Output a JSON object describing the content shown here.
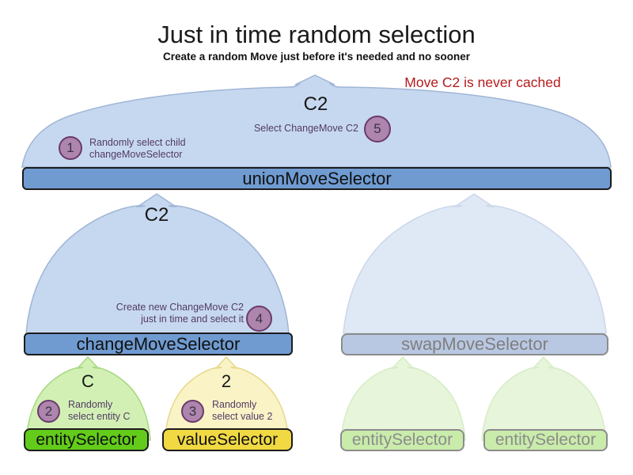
{
  "title": "Just in time random selection",
  "subtitle": "Create a random Move just before it's needed and no sooner",
  "warning": "Move C2 is never cached",
  "selectors": {
    "union": "unionMoveSelector",
    "change": "changeMoveSelector",
    "swap": "swapMoveSelector",
    "entity": "entitySelector",
    "value": "valueSelector",
    "entity_faded_left": "entitySelector",
    "entity_faded_right": "entitySelector"
  },
  "move_labels": {
    "union_output": "C2",
    "change_output": "C2",
    "entity_output": "C",
    "value_output": "2"
  },
  "steps": {
    "step1": {
      "num": "1",
      "line1": "Randomly select child",
      "line2": "changeMoveSelector"
    },
    "step2": {
      "num": "2",
      "line1": "Randomly",
      "line2": "select entity C"
    },
    "step3": {
      "num": "3",
      "line1": "Randomly",
      "line2": "select value 2"
    },
    "step4": {
      "num": "4",
      "line1": "Create new ChangeMove C2",
      "line2": "just in time and select it"
    },
    "step5": {
      "num": "5",
      "line1": "Select ChangeMove C2"
    }
  },
  "colors": {
    "active_bar_blue": "#6f9bd1",
    "inactive_bar_blue": "#b9c8e2",
    "arch_blue": "#c6d8ef",
    "arch_blue_faded": "#dfe8f5",
    "entity_green": "#63cc1a",
    "entity_green_faded": "#c9ecab",
    "value_yellow": "#f0d943",
    "arch_green": "#d2f0b4",
    "arch_green_faded": "#e7f5da",
    "arch_yellow": "#faf3c6",
    "step_badge_purple": "#ad85ad",
    "warning_red": "#b41c1c",
    "note_purple": "#533a66"
  }
}
